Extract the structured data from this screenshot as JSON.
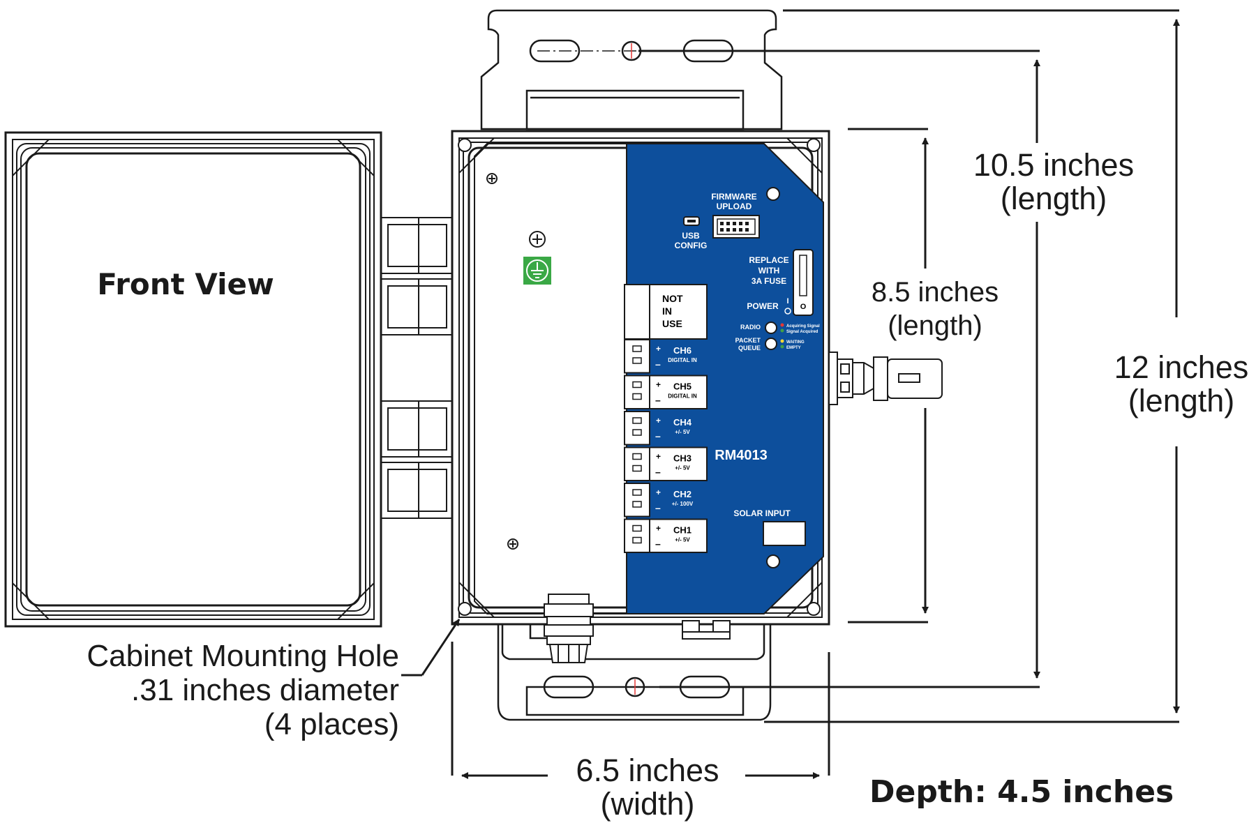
{
  "labels": {
    "front_view": "Front View",
    "dim_10_5": "10.5 inches",
    "dim_10_5_sub": "(length)",
    "dim_8_5": "8.5 inches",
    "dim_8_5_sub": "(length)",
    "dim_12": "12 inches",
    "dim_12_sub": "(length)",
    "dim_6_5": "6.5 inches",
    "dim_6_5_sub": "(width)",
    "depth": "Depth:  4.5 inches",
    "hole_line1": "Cabinet  Mounting  Hole",
    "hole_line2": ".31  inches  diameter",
    "hole_line3": "(4  places)"
  },
  "board": {
    "model": "RM4013",
    "firmware_1": "FIRMWARE",
    "firmware_2": "UPLOAD",
    "usb_1": "USB",
    "usb_2": "CONFIG",
    "fuse_1": "REPLACE",
    "fuse_2": "WITH",
    "fuse_3": "3A FUSE",
    "power": "POWER",
    "power_on": "I",
    "power_off": "O",
    "radio": "RADIO",
    "radio_led_1": "Acquiring Signal",
    "radio_led_2": "Signal Acquired",
    "packet_1": "PACKET",
    "packet_2": "QUEUE",
    "packet_led_1": "WAITING",
    "packet_led_2": "EMPTY",
    "solar": "SOLAR INPUT",
    "not_in_use_1": "NOT",
    "not_in_use_2": "IN",
    "not_in_use_3": "USE",
    "plus": "+",
    "minus": "–",
    "channels": [
      {
        "name": "CH6",
        "spec": "DIGITAL IN"
      },
      {
        "name": "CH5",
        "spec": "DIGITAL IN"
      },
      {
        "name": "CH4",
        "spec": "+/- 5V"
      },
      {
        "name": "CH3",
        "spec": "+/- 5V"
      },
      {
        "name": "CH2",
        "spec": "+/- 100V"
      },
      {
        "name": "CH1",
        "spec": "+/- 5V"
      }
    ]
  },
  "colors": {
    "board_blue": "#0d4f9c",
    "ground_green": "#3aa845",
    "line": "#1a1a1a",
    "led_red": "#e53935",
    "led_green": "#43a047",
    "led_yellow": "#fdd835"
  }
}
